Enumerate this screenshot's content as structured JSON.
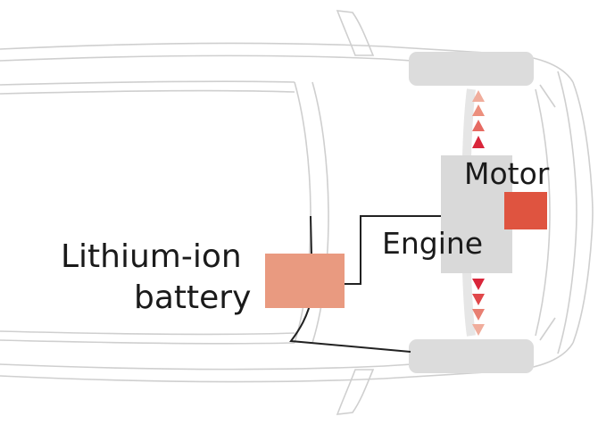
{
  "labels": {
    "battery_line1": "Lithium-ion",
    "battery_line2": "battery",
    "engine": "Engine",
    "motor": "Motor"
  },
  "colors": {
    "battery": "#e99a80",
    "motor": "#df5440",
    "engine": "#d9d9d9",
    "wheel": "#dcdcdc",
    "car_outline": "#cfcfcf",
    "wire": "#222222",
    "arrow_dark": "#d9253a",
    "arrow_mid": "#e66a62",
    "arrow_light": "#f0ad9c"
  },
  "icons": {
    "flow_arrows": "triangle-arrow-icon"
  }
}
